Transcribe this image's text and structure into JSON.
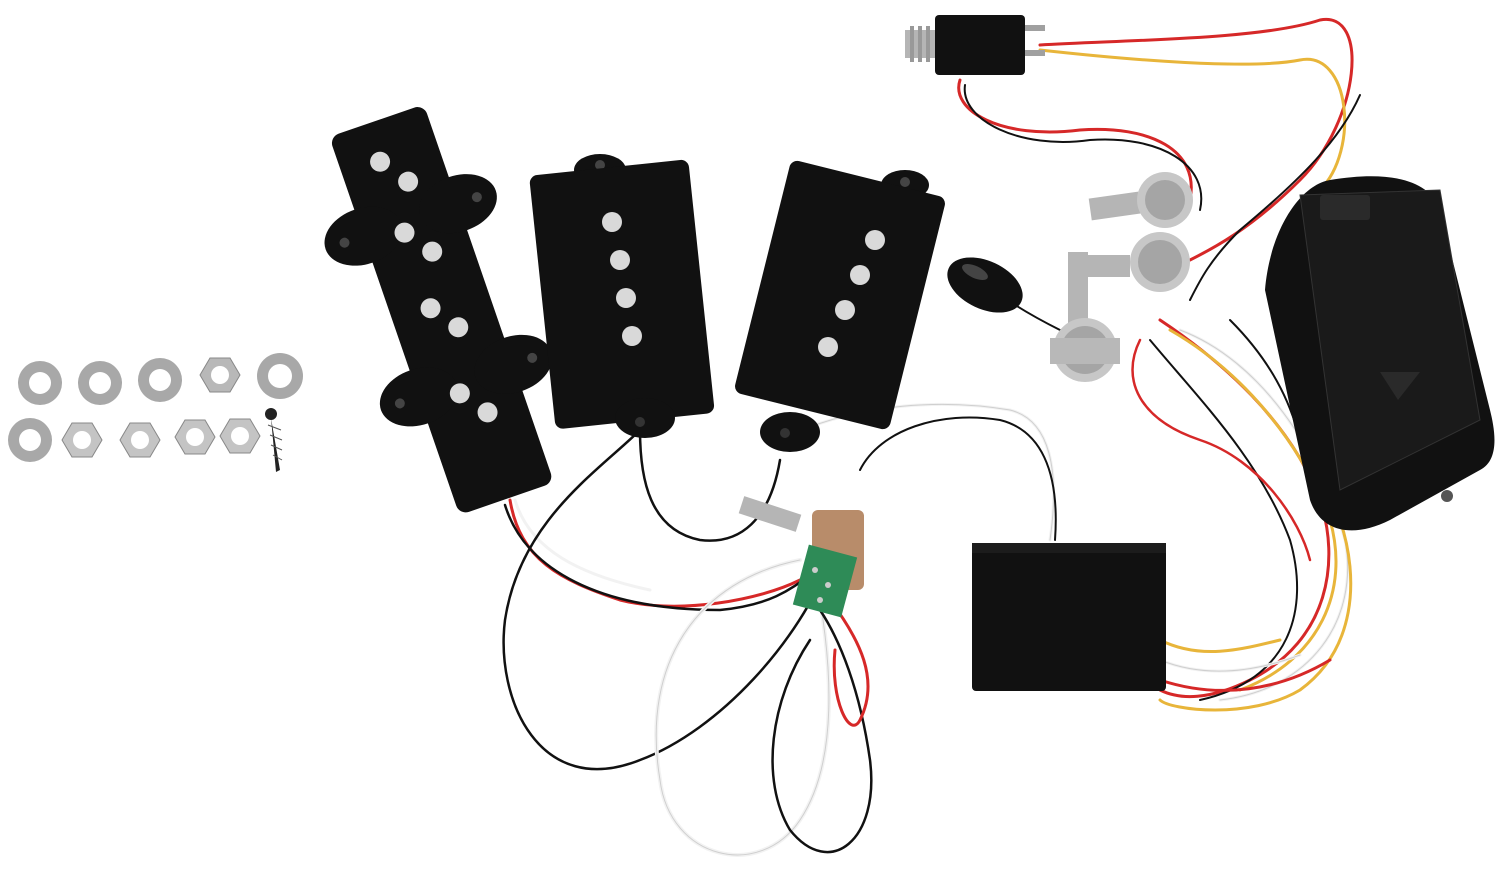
{
  "scene": {
    "background": "#ffffff",
    "components": [
      "washers-and-nuts",
      "jazz-bass-pickup",
      "precision-bass-pickup-half-1",
      "precision-bass-pickup-half-2",
      "output-jack",
      "potentiometers",
      "battery-box",
      "preamp-module",
      "pcb-switch",
      "wiring-harness"
    ]
  },
  "colors": {
    "pickup_body": "#111111",
    "pole_piece": "#d9d9d9",
    "wire_red": "#d62828",
    "wire_black": "#111111",
    "wire_white": "#f2f2f2",
    "wire_yellow": "#e8b53a",
    "metal": "#b5b5b5",
    "pcb_green": "#2e8b57"
  },
  "battery_box": {
    "marking_1": "",
    "marking_2": ""
  }
}
